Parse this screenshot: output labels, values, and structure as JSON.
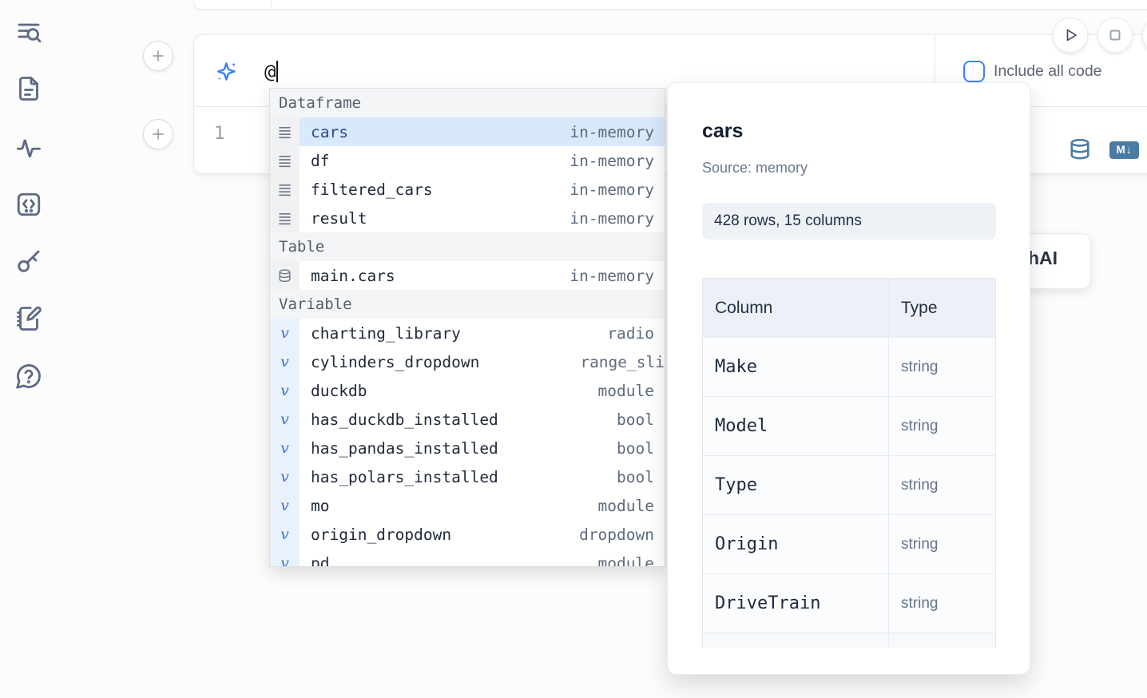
{
  "colors": {
    "accent_blue": "#3b82f6",
    "selection_blue": "#d8e9fb",
    "steel_blue": "#4b7ba3",
    "text_navy": "#1d2940",
    "muted_gray": "#64748b"
  },
  "sidebar": {
    "icons": [
      {
        "name": "list-search-icon"
      },
      {
        "name": "file-document-icon"
      },
      {
        "name": "activity-icon"
      },
      {
        "name": "snippets-code-icon"
      },
      {
        "name": "key-icon"
      },
      {
        "name": "scratchpad-notebook-icon"
      },
      {
        "name": "help-chat-icon"
      }
    ]
  },
  "editor": {
    "ai_value": "@",
    "include_all_code": "Include all code",
    "line_number": "1",
    "markdown_badge": "M↓",
    "icons": {
      "sparkles": "sparkles-ai-icon",
      "database": "database-icon",
      "run": "play-icon",
      "stop": "stop-icon",
      "add_cell": "plus-icon"
    }
  },
  "autocomplete": {
    "selected_item": "cars",
    "sections": [
      {
        "label": "Dataframe",
        "items": [
          {
            "name": "cars",
            "detail": "in-memory"
          },
          {
            "name": "df",
            "detail": "in-memory"
          },
          {
            "name": "filtered_cars",
            "detail": "in-memory"
          },
          {
            "name": "result",
            "detail": "in-memory"
          }
        ]
      },
      {
        "label": "Table",
        "items": [
          {
            "name": "main.cars",
            "detail": "in-memory"
          }
        ]
      },
      {
        "label": "Variable",
        "items": [
          {
            "name": "charting_library",
            "detail": "radio"
          },
          {
            "name": "cylinders_dropdown",
            "detail": "range_sli"
          },
          {
            "name": "duckdb",
            "detail": "module"
          },
          {
            "name": "has_duckdb_installed",
            "detail": "bool"
          },
          {
            "name": "has_pandas_installed",
            "detail": "bool"
          },
          {
            "name": "has_polars_installed",
            "detail": "bool"
          },
          {
            "name": "mo",
            "detail": "module"
          },
          {
            "name": "origin_dropdown",
            "detail": "dropdown"
          },
          {
            "name": "pd",
            "detail": "module"
          }
        ]
      }
    ]
  },
  "preview": {
    "title": "cars",
    "source": "Source: memory",
    "shape": "428 rows, 15 columns",
    "table": {
      "headers": [
        "Column",
        "Type"
      ],
      "rows": [
        [
          "Make",
          "string"
        ],
        [
          "Model",
          "string"
        ],
        [
          "Type",
          "string"
        ],
        [
          "Origin",
          "string"
        ],
        [
          "DriveTrain",
          "string"
        ]
      ]
    }
  },
  "floating_ai": {
    "partial_text": "h",
    "label": "AI"
  }
}
